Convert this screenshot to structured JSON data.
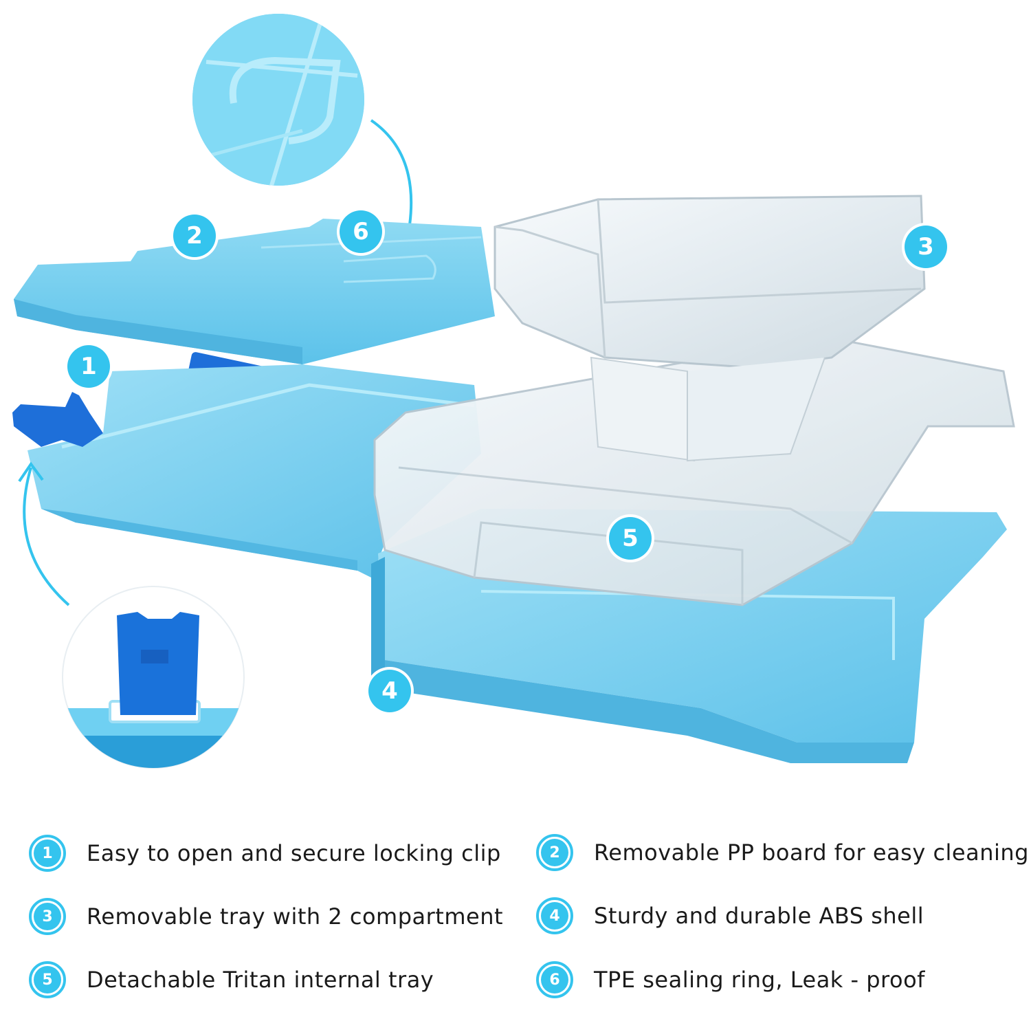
{
  "colors": {
    "accent": "#34c4ee",
    "shell": "#7fd3f0",
    "shell_dark": "#4fb8e0",
    "clip_blue": "#1e6fd9",
    "clear_tray": "#e8eef2",
    "text": "#1a1a1a"
  },
  "callouts": [
    {
      "num": "1",
      "icon": "badge-1-icon"
    },
    {
      "num": "2",
      "icon": "badge-2-icon"
    },
    {
      "num": "3",
      "icon": "badge-3-icon"
    },
    {
      "num": "4",
      "icon": "badge-4-icon"
    },
    {
      "num": "5",
      "icon": "badge-5-icon"
    },
    {
      "num": "6",
      "icon": "badge-6-icon"
    }
  ],
  "legend": [
    {
      "num": "1",
      "text": "Easy to open and secure locking clip"
    },
    {
      "num": "2",
      "text": "Removable PP board for easy cleaning"
    },
    {
      "num": "3",
      "text": "Removable tray with 2 compartment"
    },
    {
      "num": "4",
      "text": "Sturdy and durable ABS shell"
    },
    {
      "num": "5",
      "text": "Detachable Tritan internal tray"
    },
    {
      "num": "6",
      "text": "TPE sealing ring, Leak - proof"
    }
  ]
}
